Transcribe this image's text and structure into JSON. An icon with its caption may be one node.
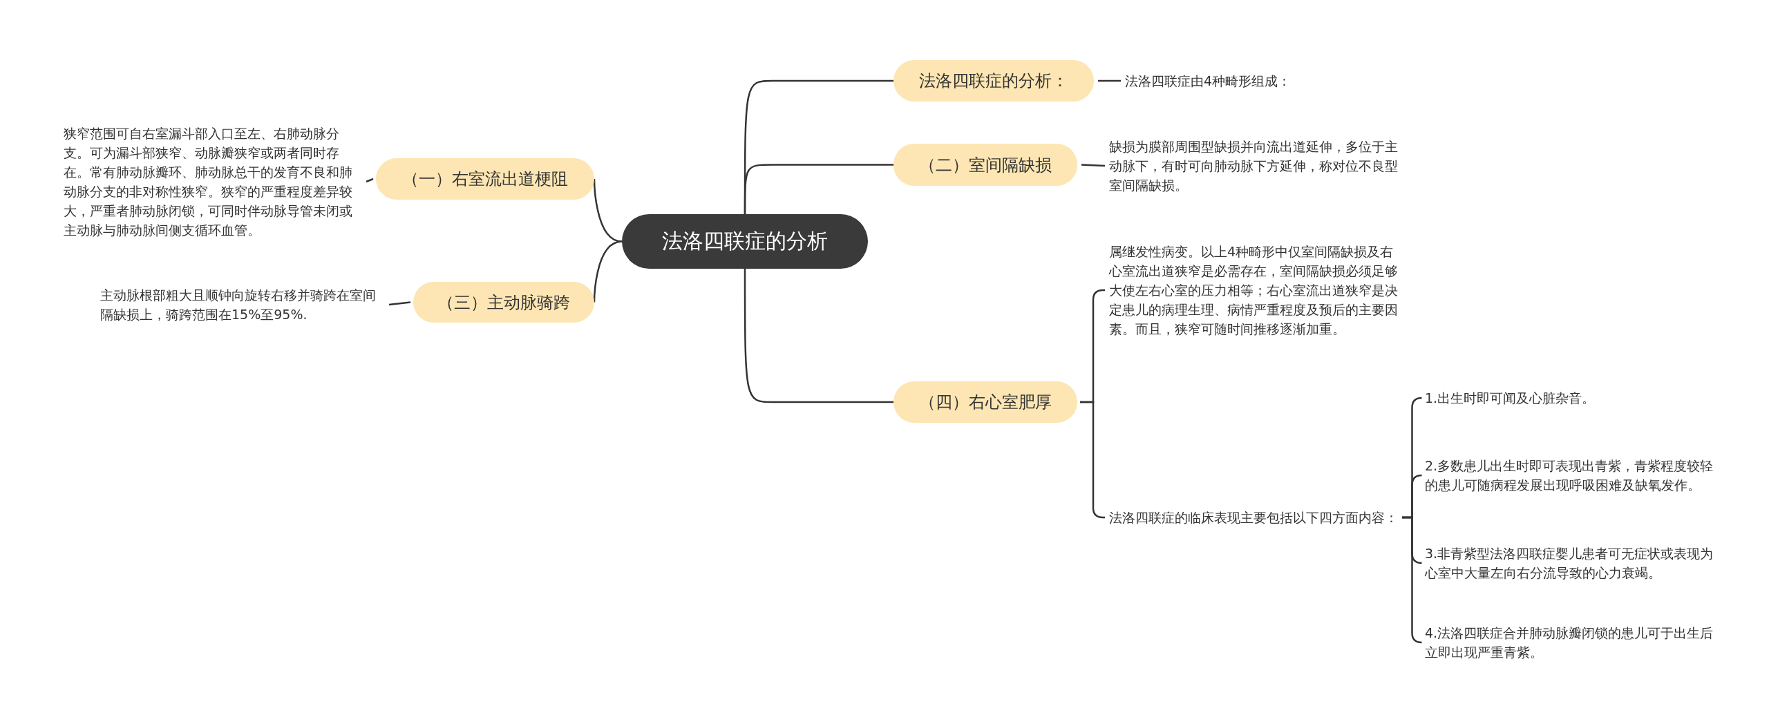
{
  "diagram": {
    "nodes": [
      {
        "text": [
          "法洛四联症的分析"
        ]
      },
      {
        "text": [
          "法洛四联症的分析："
        ]
      },
      {
        "text": [
          "法洛四联症由4种畸形组成："
        ]
      },
      {
        "text": [
          "（二）室间隔缺损"
        ]
      },
      {
        "text": [
          "缺损为膜部周围型缺损并向流出道延伸，多位于主动脉下，有时可向肺动脉下方延伸，称对位不良型室间隔缺损。"
        ]
      },
      {
        "text": [
          "（四）右心室肥厚"
        ]
      },
      {
        "text": [
          "属继发性病变。以上4种畸形中仅室间隔缺损及右心室流出道狭窄是必需存在，室间隔缺损必须足够大使左右心室的压力相等；右心室流出道狭窄是决定患儿的病理生理、病情严重程度及预后的主要因素。而且，狭窄可随时间推移逐渐加重。"
        ]
      },
      {
        "text": [
          "法洛四联症的临床表现主要包括以下四方面内容："
        ]
      },
      {
        "text": [
          "1.出生时即可闻及心脏杂音。"
        ]
      },
      {
        "text": [
          "2.多数患儿出生时即可表现出青紫，青紫程度较轻的患儿可随病程发展出现呼吸困难及缺氧发作。"
        ]
      },
      {
        "text": [
          "3.非青紫型法洛四联症婴儿患者可无症状或表现为心室中大量左向右分流导致的心力衰竭。"
        ]
      },
      {
        "text": [
          "4.法洛四联症合并肺动脉瓣闭锁的患儿可于出生后立即出现严重青紫。"
        ]
      },
      {
        "text": [
          "（一）右室流出道梗阻"
        ]
      },
      {
        "text": [
          "狭窄范围可自右室漏斗部入口至左、右肺动脉分支。可为漏斗部狭窄、动脉瓣狭窄或两者同时存在。常有肺动脉瓣环、肺动脉总干的发育不良和肺动脉分支的非对称性狭窄。狭窄的严重程度差异较大，严重者肺动脉闭锁，可同时伴动脉导管未闭或主动脉与肺动脉间侧支循环血管。"
        ]
      },
      {
        "text": [
          "（三）主动脉骑跨"
        ]
      },
      {
        "text": [
          "主动脉根部粗大且顺钟向旋转右移并骑跨在室间隔缺损上，骑跨范围在15%至95%."
        ]
      }
    ],
    "edges": [
      {
        "from": 0,
        "to": 1,
        "arrow": "none"
      },
      {
        "from": 1,
        "to": 2,
        "arrow": "none"
      },
      {
        "from": 0,
        "to": 3,
        "arrow": "none"
      },
      {
        "from": 3,
        "to": 4,
        "arrow": "none"
      },
      {
        "from": 0,
        "to": 5,
        "arrow": "none"
      },
      {
        "from": 5,
        "to": 6,
        "arrow": "none"
      },
      {
        "from": 5,
        "to": 7,
        "arrow": "none"
      },
      {
        "from": 7,
        "to": 8,
        "arrow": "none"
      },
      {
        "from": 7,
        "to": 9,
        "arrow": "none"
      },
      {
        "from": 7,
        "to": 10,
        "arrow": "none"
      },
      {
        "from": 7,
        "to": 11,
        "arrow": "none"
      },
      {
        "from": 0,
        "to": 12,
        "arrow": "none"
      },
      {
        "from": 12,
        "to": 13,
        "arrow": "none"
      },
      {
        "from": 0,
        "to": 14,
        "arrow": "none"
      },
      {
        "from": 14,
        "to": 15,
        "arrow": "none"
      }
    ]
  }
}
